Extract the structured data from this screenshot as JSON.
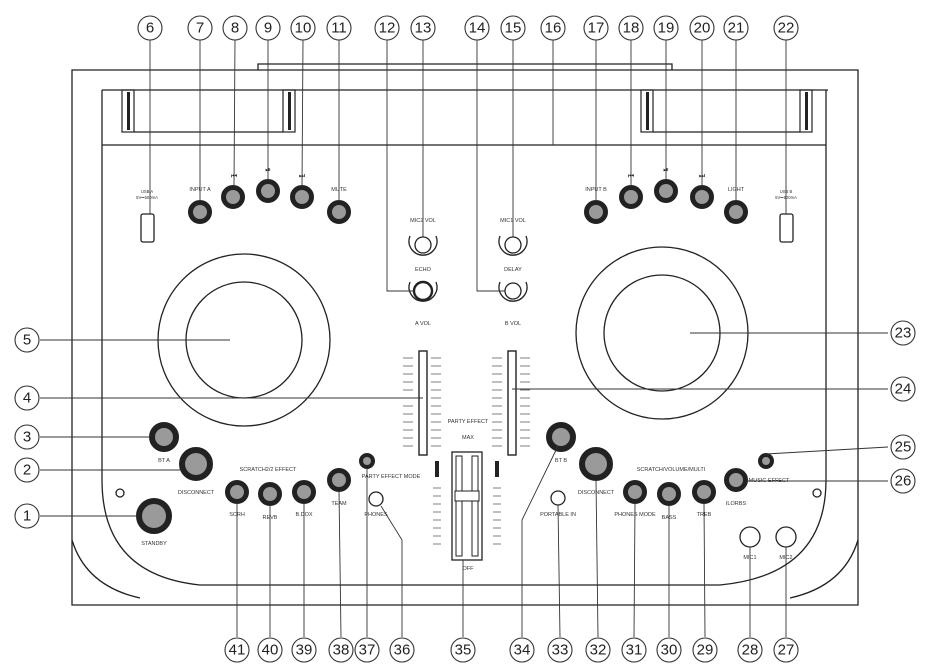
{
  "callouts": [
    "1",
    "2",
    "3",
    "4",
    "5",
    "6",
    "7",
    "8",
    "9",
    "10",
    "11",
    "12",
    "13",
    "14",
    "15",
    "16",
    "17",
    "18",
    "19",
    "20",
    "21",
    "22",
    "23",
    "24",
    "25",
    "26",
    "27",
    "28",
    "29",
    "30",
    "31",
    "32",
    "33",
    "34",
    "35",
    "36",
    "37",
    "38",
    "39",
    "40",
    "41"
  ],
  "labels": {
    "usb_a": "USB A",
    "usb_a_rating": "5V⎓500mA",
    "usb_b": "USB B",
    "usb_b_rating": "5V⎓500mA",
    "input_a": "INPUT A",
    "input_b": "INPUT B",
    "mute": "MUTE",
    "light": "LIGHT",
    "mic2_vol": "MIC2 VOL",
    "mic1_vol": "MIC1 VOL",
    "echo": "ECHO",
    "delay": "DELAY",
    "a_vol": "A VOL",
    "b_vol": "B VOL",
    "party_effect": "PARTY EFFECT",
    "max": "MAX",
    "off": "OFF",
    "bt_a": "BT A",
    "bt_b": "BT B",
    "disconnect_left": "DISCONNECT",
    "disconnect_right": "DISCONNECT",
    "standby": "STANDBY",
    "scratch2_effect": "SCRATCH2/2 EFFECT",
    "scrh": "SCRH",
    "revb": "REVB",
    "b_dox": "B.DOX",
    "team": "TEAM",
    "party_effect_mode": "PARTY EFFECT MODE",
    "phones_left": "PHONES",
    "portable_in": "PORTABLE IN",
    "phones_mode": "PHONES MODE",
    "bass": "BASS",
    "treb": "TREB",
    "scratch_volume_multi": "SCRATCH/VOLUME/MULTI",
    "music_effect": "MUSIC EFFECT",
    "ilorbs": "ILORBS",
    "mic1": "MIC1",
    "mic2": "MIC2"
  },
  "icons": {
    "prev": "⏮",
    "play": "⏯",
    "next": "⏭"
  }
}
